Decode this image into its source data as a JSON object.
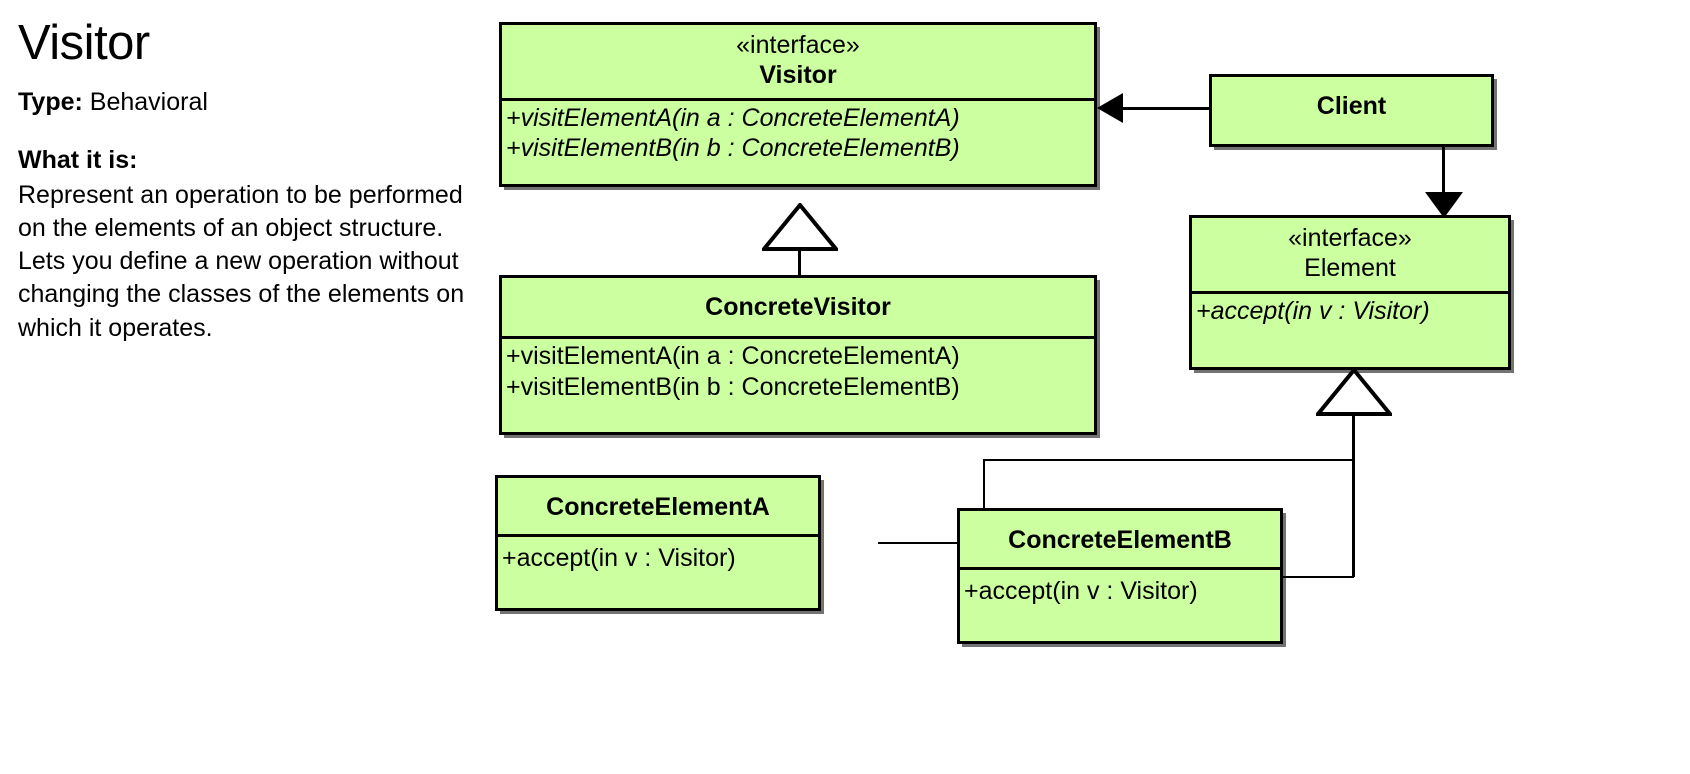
{
  "info": {
    "title": "Visitor",
    "type_label": "Type:",
    "type_value": "Behavioral",
    "whatis_label": "What it is:",
    "whatis_text": "Represent an operation to be performed on the elements of an object structure. Lets you define a new operation without changing the classes of the elements on which it operates."
  },
  "colors": {
    "box_fill": "#ccffa0",
    "box_stroke": "#000000",
    "background": "#ffffff"
  },
  "diagram": {
    "classes": [
      {
        "id": "visitor",
        "stereotype": "«interface»",
        "name": "Visitor",
        "name_bold": true,
        "members": [
          "+visitElementA(in a : ConcreteElementA)",
          "+visitElementB(in b : ConcreteElementB)"
        ],
        "members_italic": true
      },
      {
        "id": "client",
        "stereotype": "",
        "name": "Client",
        "name_bold": true,
        "members": [],
        "members_italic": false
      },
      {
        "id": "element",
        "stereotype": "«interface»",
        "name": "Element",
        "name_bold": false,
        "members": [
          "+accept(in v : Visitor)"
        ],
        "members_italic": true
      },
      {
        "id": "concrete-visitor",
        "stereotype": "",
        "name": "ConcreteVisitor",
        "name_bold": true,
        "members": [
          "+visitElementA(in a : ConcreteElementA)",
          "+visitElementB(in b : ConcreteElementB)"
        ],
        "members_italic": false
      },
      {
        "id": "concrete-element-a",
        "stereotype": "",
        "name": "ConcreteElementA",
        "name_bold": true,
        "members": [
          "+accept(in v : Visitor)"
        ],
        "members_italic": false
      },
      {
        "id": "concrete-element-b",
        "stereotype": "",
        "name": "ConcreteElementB",
        "name_bold": true,
        "members": [
          "+accept(in v : Visitor)"
        ],
        "members_italic": false
      }
    ],
    "relations": [
      {
        "id": "client-to-visitor",
        "kind": "association-directed",
        "from": "Client",
        "to": "Visitor"
      },
      {
        "id": "client-to-element",
        "kind": "association-directed",
        "from": "Client",
        "to": "Element"
      },
      {
        "id": "concretevisitor-to-visitor",
        "kind": "generalization",
        "from": "ConcreteVisitor",
        "to": "Visitor"
      },
      {
        "id": "concreteelementa-to-element",
        "kind": "generalization",
        "from": "ConcreteElementA",
        "to": "Element"
      },
      {
        "id": "concreteelementb-to-element",
        "kind": "generalization",
        "from": "ConcreteElementB",
        "to": "Element"
      }
    ]
  }
}
